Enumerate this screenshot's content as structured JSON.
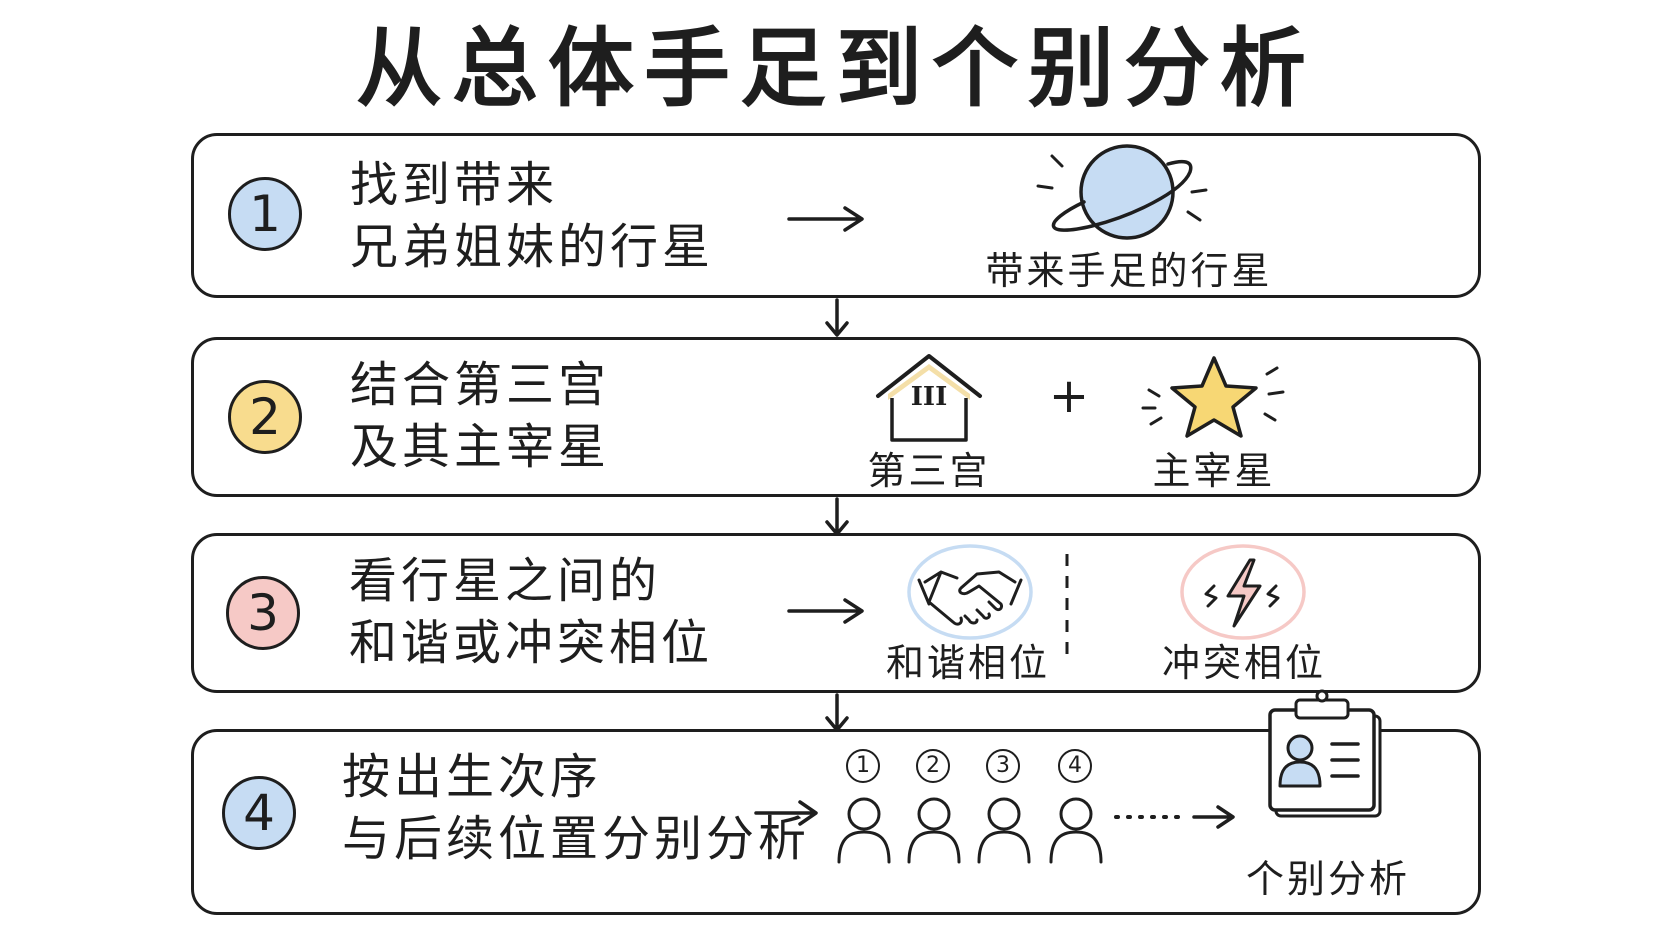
{
  "title": "从总体手足到个别分析",
  "colors": {
    "blue": "#c6dcf3",
    "yellow": "#f8dc8e",
    "pink": "#f6c9c6",
    "star": "#f7d774",
    "house": "#f4dfa8",
    "ink": "#1e1e1e"
  },
  "steps": [
    {
      "number": "1",
      "line1": "找到带来",
      "line2": "兄弟姐妹的行星",
      "icon": "planet-icon",
      "caption": "带来手足的行星"
    },
    {
      "number": "2",
      "line1": "结合第三宫",
      "line2": "及其主宰星",
      "house_label": "III",
      "caption_house": "第三宫",
      "plus": "+",
      "caption_ruler": "主宰星"
    },
    {
      "number": "3",
      "line1": "看行星之间的",
      "line2": "和谐或冲突相位",
      "caption_harmony": "和谐相位",
      "caption_conflict": "冲突相位"
    },
    {
      "number": "4",
      "line1": "按出生次序",
      "line2": "与后续位置分别分析",
      "order": [
        "1",
        "2",
        "3",
        "4"
      ],
      "caption": "个别分析"
    }
  ]
}
